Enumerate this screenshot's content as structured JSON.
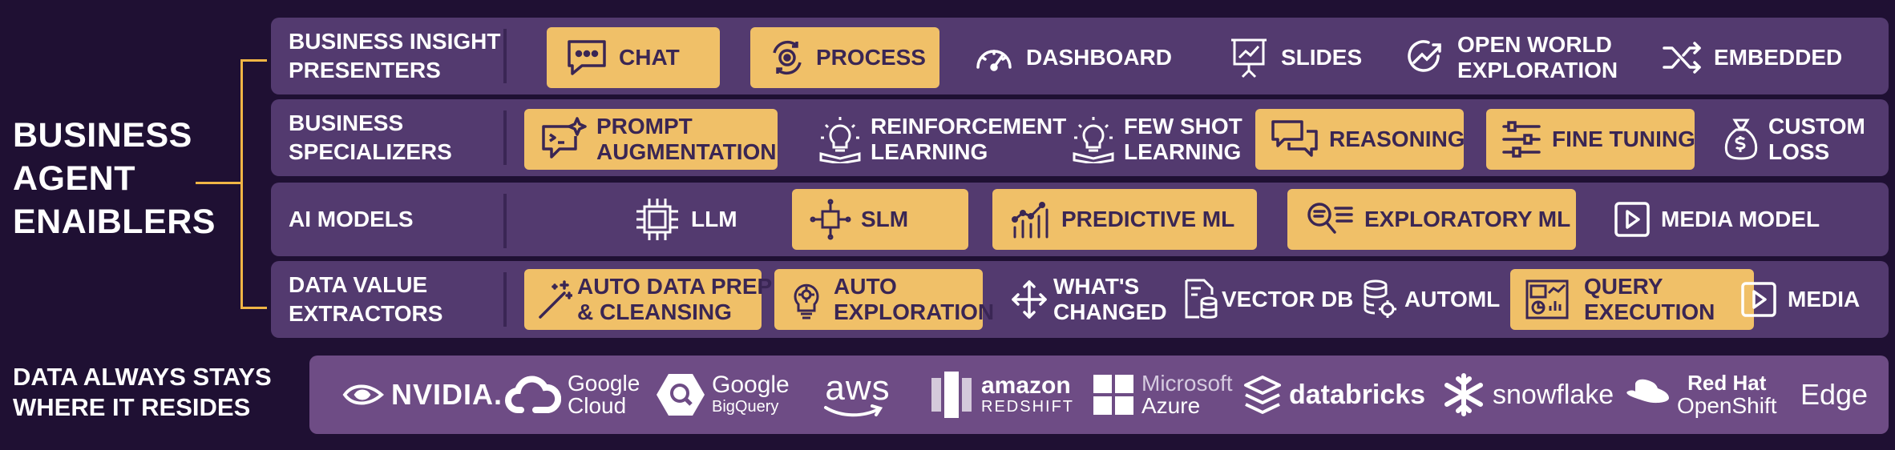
{
  "title_lines": [
    "BUSINESS",
    "AGENT",
    "ENAIBLERS"
  ],
  "accent_color": "#f0b545",
  "highlight_color": "#f0c068",
  "rows": [
    {
      "label_lines": [
        "BUSINESS INSIGHT",
        "PRESENTERS"
      ],
      "items": [
        {
          "text": "CHAT",
          "icon": "chat-bubble-icon",
          "highlight": true
        },
        {
          "text": "PROCESS",
          "icon": "gear-cycle-icon",
          "highlight": true
        },
        {
          "text": "DASHBOARD",
          "icon": "gauge-icon",
          "highlight": false
        },
        {
          "text": "SLIDES",
          "icon": "presentation-board-icon",
          "highlight": false
        },
        {
          "text_lines": [
            "OPEN WORLD",
            "EXPLORATION"
          ],
          "icon": "trend-arrow-circle-icon",
          "highlight": false
        },
        {
          "text": "EMBEDDED",
          "icon": "shuffle-arrows-icon",
          "highlight": false
        }
      ]
    },
    {
      "label_lines": [
        "BUSINESS",
        "SPECIALIZERS"
      ],
      "items": [
        {
          "text_lines": [
            "PROMPT",
            "AUGMENTATION"
          ],
          "icon": "prompt-sparkle-icon",
          "highlight": true
        },
        {
          "text_lines": [
            "REINFORCEMENT",
            "LEARNING"
          ],
          "icon": "lightbulb-book-icon",
          "highlight": false
        },
        {
          "text_lines": [
            "FEW SHOT",
            "LEARNING"
          ],
          "icon": "lightbulb-book-icon",
          "highlight": false
        },
        {
          "text": "REASONING",
          "icon": "speech-bubbles-icon",
          "highlight": true
        },
        {
          "text": "FINE TUNING",
          "icon": "sliders-icon",
          "highlight": true
        },
        {
          "text_lines": [
            "CUSTOM",
            "LOSS"
          ],
          "icon": "money-bag-icon",
          "highlight": false
        }
      ]
    },
    {
      "label_lines": [
        "AI MODELS"
      ],
      "items": [
        {
          "text": "LLM",
          "icon": "chip-icon",
          "highlight": false
        },
        {
          "text": "SLM",
          "icon": "small-chip-icon",
          "highlight": true
        },
        {
          "text": "PREDICTIVE ML",
          "icon": "growth-chart-icon",
          "highlight": true
        },
        {
          "text": "EXPLORATORY ML",
          "icon": "magnify-list-icon",
          "highlight": true
        },
        {
          "text": "MEDIA MODEL",
          "icon": "play-box-icon",
          "highlight": false
        }
      ]
    },
    {
      "label_lines": [
        "DATA VALUE",
        "EXTRACTORS"
      ],
      "items": [
        {
          "text_lines": [
            "AUTO DATA PREP",
            "& CLEANSING"
          ],
          "icon": "magic-wand-icon",
          "highlight": true
        },
        {
          "text_lines": [
            "AUTO",
            "EXPLORATION"
          ],
          "icon": "lightbulb-gear-icon",
          "highlight": true
        },
        {
          "text_lines": [
            "WHAT'S",
            "CHANGED"
          ],
          "icon": "move-arrows-icon",
          "highlight": false
        },
        {
          "text": "VECTOR DB",
          "icon": "document-database-icon",
          "highlight": false
        },
        {
          "text": "AUTOML",
          "icon": "database-gear-icon",
          "highlight": false
        },
        {
          "text_lines": [
            "QUERY",
            "EXECUTION"
          ],
          "icon": "dashboard-grid-icon",
          "highlight": true
        },
        {
          "text": "MEDIA",
          "icon": "play-box-icon",
          "highlight": false
        }
      ]
    }
  ],
  "bottom_label_lines": [
    "DATA ALWAYS STAYS",
    "WHERE IT RESIDES"
  ],
  "vendors": [
    {
      "name": "NVIDIA.",
      "icon": "nvidia-eye-icon"
    },
    {
      "name_lines": [
        "Google",
        "Cloud"
      ],
      "icon": "google-cloud-icon"
    },
    {
      "name_lines": [
        "Google",
        "BigQuery"
      ],
      "icon": "bigquery-icon"
    },
    {
      "name": "aws",
      "icon": "aws-smile-icon"
    },
    {
      "name_lines": [
        "amazon",
        "REDSHIFT"
      ],
      "icon": "redshift-icon"
    },
    {
      "name_lines": [
        "Microsoft",
        "Azure"
      ],
      "icon": "windows-logo-icon"
    },
    {
      "name": "databricks",
      "icon": "databricks-layers-icon"
    },
    {
      "name": "snowflake",
      "icon": "snowflake-icon"
    },
    {
      "name_lines": [
        "Red Hat",
        "OpenShift"
      ],
      "icon": "red-hat-icon"
    },
    {
      "name": "Edge",
      "icon": ""
    }
  ]
}
